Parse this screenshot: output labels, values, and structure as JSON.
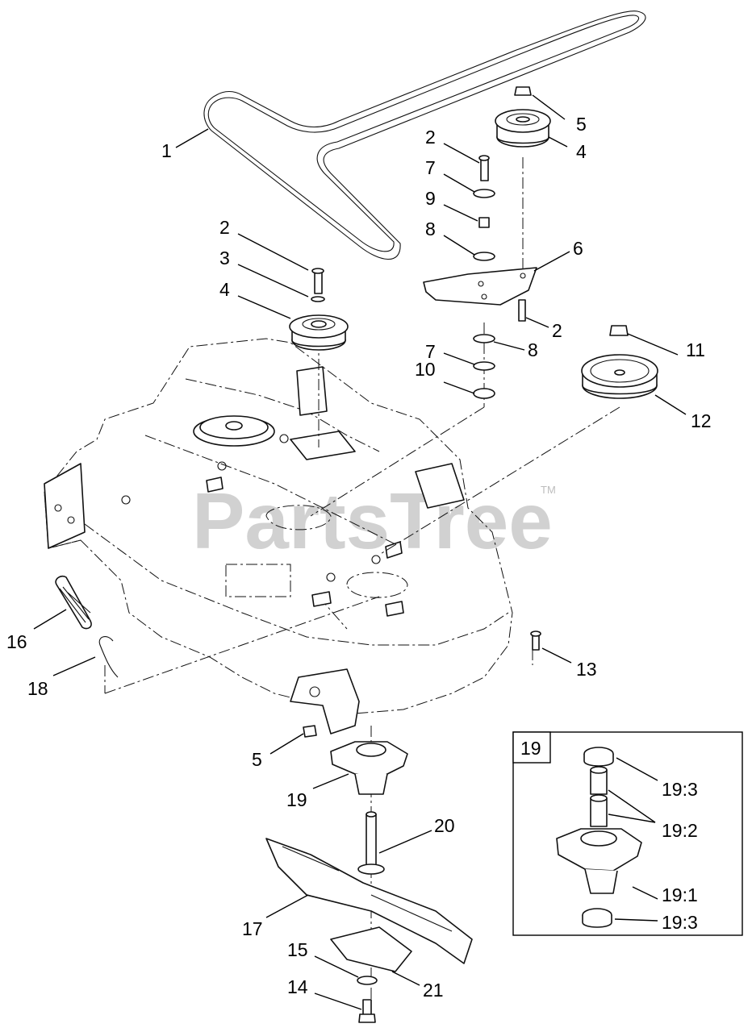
{
  "watermark": {
    "brand": "PartsTree",
    "trademark": "TM"
  },
  "inset": {
    "title": "19",
    "callouts": [
      "19:3",
      "19:2",
      "19:1",
      "19:3"
    ]
  },
  "callouts": [
    "1",
    "2",
    "3",
    "4",
    "5",
    "4",
    "2",
    "7",
    "9",
    "8",
    "6",
    "2",
    "7",
    "8",
    "10",
    "11",
    "12",
    "16",
    "18",
    "13",
    "5",
    "19",
    "20",
    "17",
    "15",
    "21",
    "14"
  ],
  "colors": {
    "line": "#111111",
    "watermark": "#c9c9c9",
    "background": "#ffffff"
  }
}
